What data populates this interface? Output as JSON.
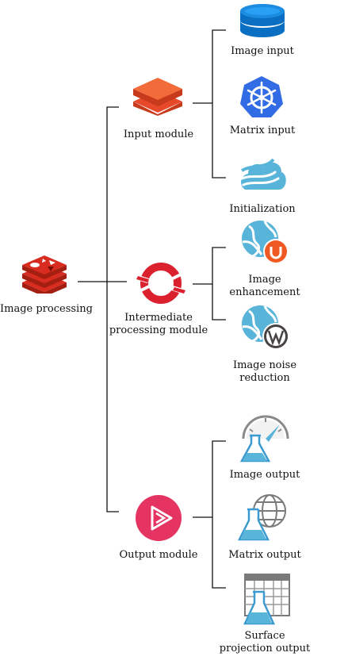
{
  "root": {
    "label": "Image processing",
    "icon": "redis-stack-icon",
    "color": "#c6302b"
  },
  "modules": [
    {
      "label": "Input module",
      "icon": "databricks-layers-icon",
      "color": "#f0562e",
      "children": [
        {
          "label": "Image input",
          "icon": "database-stack-icon"
        },
        {
          "label": "Matrix input",
          "icon": "kubernetes-helm-icon"
        },
        {
          "label": "Initialization",
          "icon": "cloud-streams-icon"
        }
      ]
    },
    {
      "label_lines": [
        "Intermediate",
        "processing module"
      ],
      "icon": "openshift-ring-icon",
      "color": "#d9232a",
      "children": [
        {
          "label_lines": [
            "Image",
            "enhancement"
          ],
          "icon": "globe-ubuntu-icon"
        },
        {
          "label_lines": [
            "Image noise",
            "reduction"
          ],
          "icon": "globe-wordpress-icon"
        }
      ]
    },
    {
      "label": "Output module",
      "icon": "play-circle-icon",
      "color": "#e1325f",
      "children": [
        {
          "label": "Image output",
          "icon": "flask-gauge-icon"
        },
        {
          "label": "Matrix output",
          "icon": "flask-globe-icon"
        },
        {
          "label_lines": [
            "Surface",
            "projection output"
          ],
          "icon": "flask-table-icon"
        }
      ]
    }
  ]
}
